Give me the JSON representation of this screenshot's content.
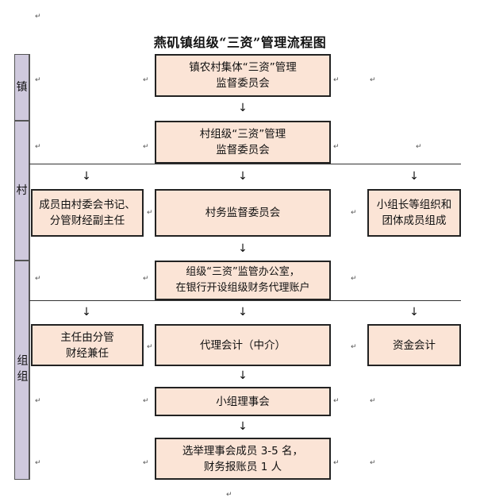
{
  "title": "燕矶镇组级“三资”管理流程图",
  "bands": {
    "town": "镇",
    "village": "村",
    "group": "组组"
  },
  "boxes": {
    "town_committee": [
      "镇农村集体“三资”管理",
      "监督委员会"
    ],
    "village_group_committee": [
      "村组级“三资”管理",
      "监督委员会"
    ],
    "members_left": [
      "成员由村委会书记、",
      "分管财经副主任"
    ],
    "village_supervision": "村务监督委员会",
    "members_right": [
      "小组长等组织和",
      "团体成员组成"
    ],
    "group_office": [
      "组级“三资”监管办公室，",
      "在银行开设组级财务代理账户"
    ],
    "director_left": [
      "主任由分管",
      "财经兼任"
    ],
    "agent_accounting": "代理会计（中介）",
    "fund_accounting": "资金会计",
    "group_council": "小组理事会",
    "elect": [
      "选举理事会成员 3-5 名，",
      "财务报账员 1 人"
    ]
  },
  "arrow_glyph": "↓",
  "para_mark": "↵"
}
